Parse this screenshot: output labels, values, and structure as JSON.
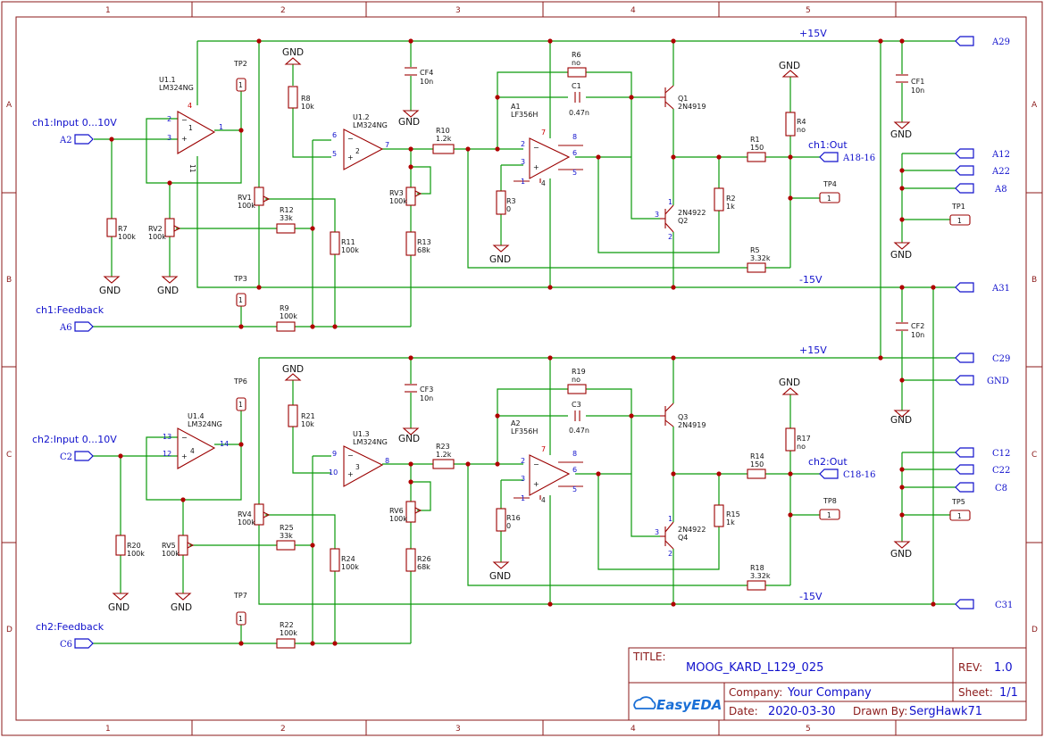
{
  "zones": {
    "cols": [
      "1",
      "2",
      "3",
      "4",
      "5"
    ],
    "rows": [
      "A",
      "B",
      "C",
      "D"
    ]
  },
  "title_block": {
    "title_label": "TITLE:",
    "title": "MOOG_KARD_L129_025",
    "rev_label": "REV:",
    "rev": "1.0",
    "company_label": "Company:",
    "company": "Your Company",
    "sheet_label": "Sheet:",
    "sheet": "1/1",
    "date_label": "Date:",
    "date": "2020-03-30",
    "drawn_label": "Drawn By:",
    "drawn_by": "SergHawk71",
    "logo_text": "EasyEDA"
  },
  "net_labels": {
    "ch1_input": "ch1:Input 0...10V",
    "ch1_feedback": "ch1:Feedback",
    "ch1_out": "ch1:Out",
    "ch2_input": "ch2:Input 0...10V",
    "ch2_feedback": "ch2:Feedback",
    "ch2_out": "ch2:Out",
    "p15_top": "+15V",
    "m15_top": "-15V",
    "p15_bot": "+15V",
    "m15_bot": "-15V"
  },
  "ports": {
    "A2": "A2",
    "A6": "A6",
    "C2": "C2",
    "C6": "C6",
    "A29": "A29",
    "A12": "A12",
    "A22": "A22",
    "A8": "A8",
    "A31": "A31",
    "C29": "C29",
    "GND": "GND",
    "C12": "C12",
    "C22": "C22",
    "C8": "C8",
    "C31": "C31",
    "A1816": "A18-16",
    "C1816": "C18-16"
  },
  "gnd": "GND",
  "components": {
    "u11": [
      "U1.1",
      "LM324NG"
    ],
    "u12": [
      "U1.2",
      "LM324NG"
    ],
    "u13": [
      "U1.3",
      "LM324NG"
    ],
    "u14": [
      "U1.4",
      "LM324NG"
    ],
    "a1": [
      "A1",
      "LF356H"
    ],
    "a2": [
      "A2",
      "LF356H"
    ],
    "q1": [
      "Q1",
      "2N4919"
    ],
    "q2": [
      "2N4922",
      "Q2"
    ],
    "q3": [
      "Q3",
      "2N4919"
    ],
    "q4": [
      "2N4922",
      "Q4"
    ],
    "c1": [
      "C1",
      "0.47n"
    ],
    "c3": [
      "C3",
      "0.47n"
    ],
    "cf1": [
      "CF1",
      "10n"
    ],
    "cf2": [
      "CF2",
      "10n"
    ],
    "cf3": [
      "CF3",
      "10n"
    ],
    "cf4": [
      "CF4",
      "10n"
    ],
    "r1": [
      "R1",
      "150"
    ],
    "r2": [
      "R2",
      "1k"
    ],
    "r3": [
      "R3",
      "0"
    ],
    "r4": [
      "R4",
      "no"
    ],
    "r5": [
      "R5",
      "3.32k"
    ],
    "r6": [
      "R6",
      "no"
    ],
    "r7": [
      "R7",
      "100k"
    ],
    "r8": [
      "R8",
      "10k"
    ],
    "r9": [
      "R9",
      "100k"
    ],
    "r10": [
      "R10",
      "1.2k"
    ],
    "r11": [
      "R11",
      "100k"
    ],
    "r12": [
      "R12",
      "33k"
    ],
    "r13": [
      "R13",
      "68k"
    ],
    "r14": [
      "R14",
      "150"
    ],
    "r15": [
      "R15",
      "1k"
    ],
    "r16": [
      "R16",
      "0"
    ],
    "r17": [
      "R17",
      "no"
    ],
    "r18": [
      "R18",
      "3.32k"
    ],
    "r19": [
      "R19",
      "no"
    ],
    "r20": [
      "R20",
      "100k"
    ],
    "r21": [
      "R21",
      "10k"
    ],
    "r22": [
      "R22",
      "100k"
    ],
    "r23": [
      "R23",
      "1.2k"
    ],
    "r24": [
      "R24",
      "100k"
    ],
    "r25": [
      "R25",
      "33k"
    ],
    "r26": [
      "R26",
      "68k"
    ],
    "rv1": [
      "RV1",
      "100k"
    ],
    "rv2": [
      "RV2",
      "100k"
    ],
    "rv3": [
      "RV3",
      "100k"
    ],
    "rv4": [
      "RV4",
      "100k"
    ],
    "rv5": [
      "RV5",
      "100k"
    ],
    "rv6": [
      "RV6",
      "100k"
    ],
    "tp1": "TP1",
    "tp2": "TP2",
    "tp3": "TP3",
    "tp4": "TP4",
    "tp5": "TP5",
    "tp6": "TP6",
    "tp7": "TP7",
    "tp8": "TP8",
    "tp_pin": "1"
  },
  "pins": {
    "p1": "1",
    "p2": "2",
    "p3": "3",
    "p4": "4",
    "p5": "5",
    "p6": "6",
    "p7": "7",
    "p8": "8",
    "p9": "9",
    "p10": "10",
    "p11": "11",
    "p12": "12",
    "p13": "13",
    "p14": "14"
  },
  "colors": {
    "wire": "#0b9a0b",
    "component": "#9b0000",
    "net_label": "#1111cc",
    "frame": "#8b1a1a"
  }
}
